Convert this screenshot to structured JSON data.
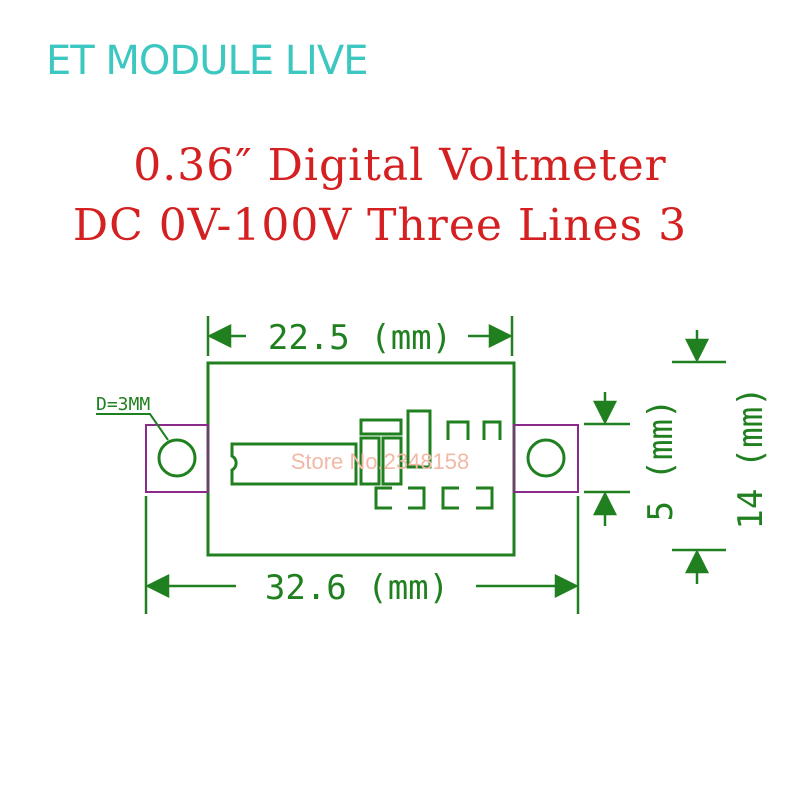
{
  "brand": "ET MODULE LIVE",
  "title_line1": "0.36″ Digital Voltmeter",
  "title_line2": "DC 0V-100V Three Lines 3",
  "watermark": "Store No.2348158",
  "dimensions": {
    "top_width": "22.5 (mm)",
    "total_width": "32.6 (mm)",
    "hole": "D=3MM",
    "inner_height": "5 (mm)",
    "outer_height": "14 (mm)"
  },
  "colors": {
    "brand": "#3cc8c0",
    "title": "#d42020",
    "drawing": "#208020",
    "mount_tab": "#8a2a8a"
  }
}
